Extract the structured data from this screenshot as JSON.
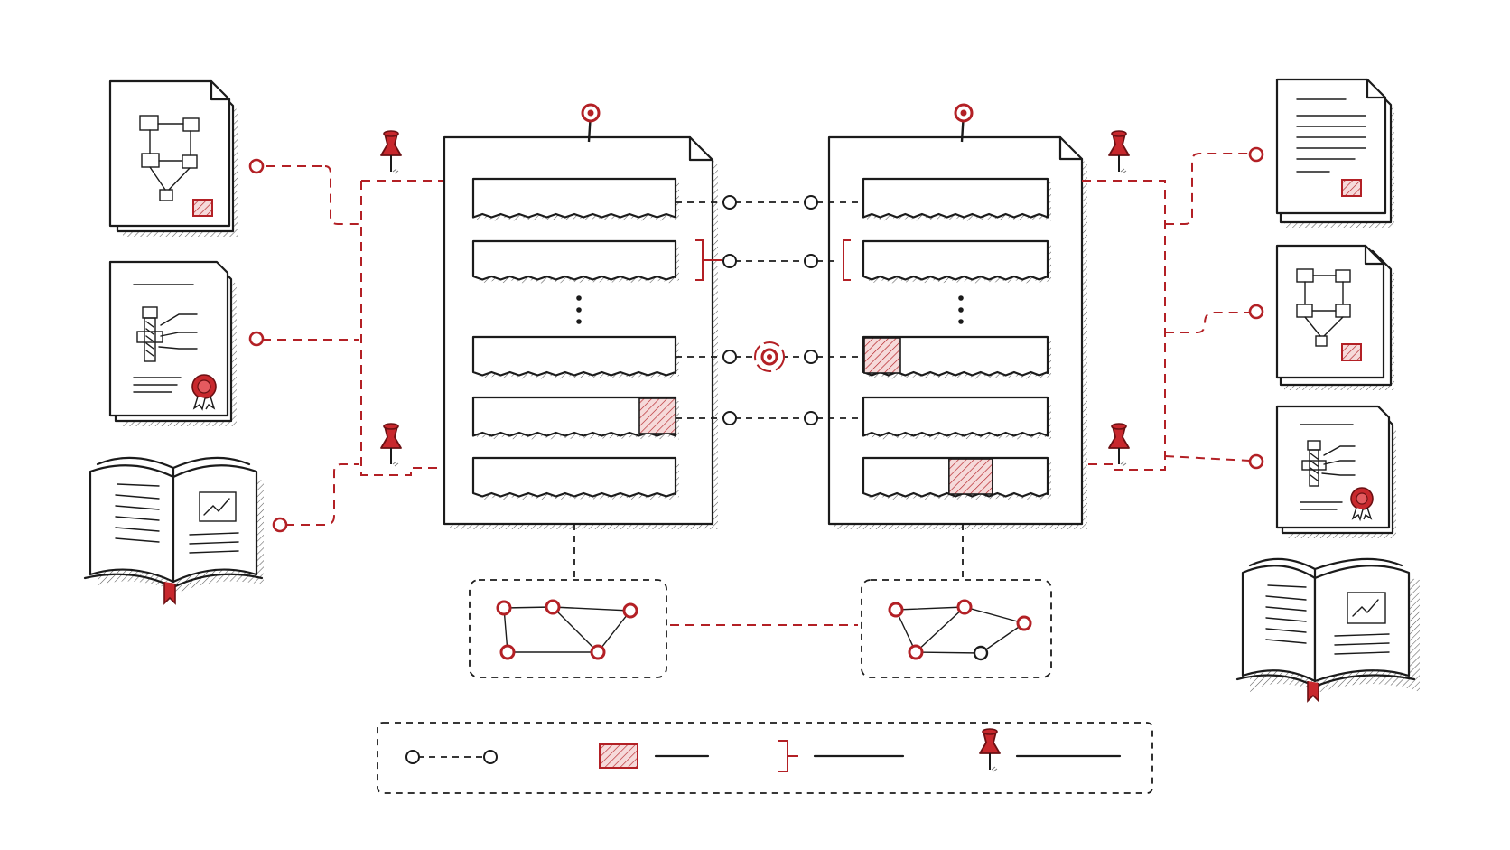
{
  "diagram": {
    "accent_color": "#b32025",
    "ink_color": "#1b1b1b",
    "left_sources": [
      {
        "kind": "flowchart-document",
        "icon": "flowchart-document-icon"
      },
      {
        "kind": "patent-document",
        "icon": "patent-document-icon"
      },
      {
        "kind": "open-book",
        "icon": "open-book-icon"
      }
    ],
    "right_sources": [
      {
        "kind": "text-document",
        "icon": "text-document-icon"
      },
      {
        "kind": "flowchart-document",
        "icon": "flowchart-document-icon"
      },
      {
        "kind": "patent-document",
        "icon": "patent-document-icon"
      },
      {
        "kind": "open-book",
        "icon": "open-book-icon"
      }
    ],
    "left_document": {
      "rows": [
        {
          "highlight": null
        },
        {
          "highlight": null
        },
        {
          "ellipsis": true
        },
        {
          "highlight": null
        },
        {
          "highlight": "right"
        },
        {
          "highlight": null
        }
      ]
    },
    "right_document": {
      "rows": [
        {
          "highlight": null
        },
        {
          "highlight": null
        },
        {
          "ellipsis": true
        },
        {
          "highlight": "left"
        },
        {
          "highlight": null
        },
        {
          "highlight": "middle"
        }
      ]
    },
    "row_links": [
      {
        "type": "matched-pair"
      },
      {
        "type": "bracket-pair"
      },
      {
        "type": "target-pair"
      },
      {
        "type": "matched-pair"
      }
    ],
    "graphs": [
      {
        "nodes": 5
      },
      {
        "nodes": 5
      }
    ],
    "legend": {
      "items": [
        {
          "symbol": "matched-pair-icon"
        },
        {
          "symbol": "hatched-span-icon"
        },
        {
          "symbol": "bracket-icon"
        },
        {
          "symbol": "pushpin-icon"
        }
      ]
    }
  }
}
